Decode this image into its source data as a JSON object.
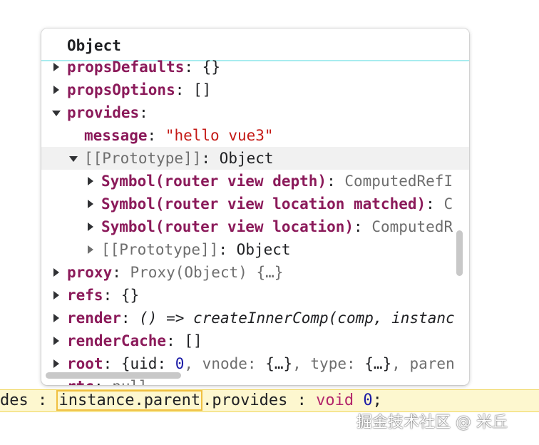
{
  "code_line": {
    "prefix": "des : ",
    "highlight": "instance.parent",
    "middle": ".provides : ",
    "keyword": "void",
    "space": " ",
    "number": "0",
    "suffix": ";"
  },
  "popover": {
    "title": "Object",
    "rows": [
      {
        "key": "propsDefaults",
        "sep": ": ",
        "value": "{}"
      },
      {
        "key": "propsOptions",
        "sep": ": ",
        "value": "[]"
      },
      {
        "key": "provides",
        "sep": ":",
        "value": ""
      },
      {
        "key": "message",
        "sep": ": ",
        "value": "\"hello vue3\""
      },
      {
        "key": "[[Prototype]]",
        "sep": ": ",
        "value": "Object"
      },
      {
        "key": "Symbol(router view depth)",
        "sep": ": ",
        "value": "ComputedRefI"
      },
      {
        "key": "Symbol(router view location matched)",
        "sep": ": ",
        "value": "C"
      },
      {
        "key": "Symbol(router view location)",
        "sep": ": ",
        "value": "ComputedR"
      },
      {
        "key": "[[Prototype]]",
        "sep": ": ",
        "value": "Object"
      },
      {
        "key": "proxy",
        "sep": ": ",
        "value": "Proxy(Object) {…}"
      },
      {
        "key": "refs",
        "sep": ": ",
        "value": "{}"
      },
      {
        "key": "render",
        "sep": ": ",
        "value": "() => createInnerComp(comp, instanc"
      },
      {
        "key": "renderCache",
        "sep": ": ",
        "value": "[]"
      },
      {
        "key": "root",
        "sep": ": ",
        "value_parts": [
          "{uid: ",
          "0",
          ", vnode: ",
          "{…}",
          ", type: ",
          "{…}",
          ", paren"
        ]
      },
      {
        "key": "rtc",
        "sep": ": ",
        "value": "null"
      }
    ]
  },
  "watermark": "掘金技术社区 @ 米丘",
  "colors": {
    "property_key": "#8b1a5a",
    "string_value": "#c41a16",
    "number_value": "#1a1aa6",
    "code_highlight_bg": "#fdf7cf",
    "code_highlight_border": "#efd65c",
    "title_rule": "#a8ecef"
  }
}
